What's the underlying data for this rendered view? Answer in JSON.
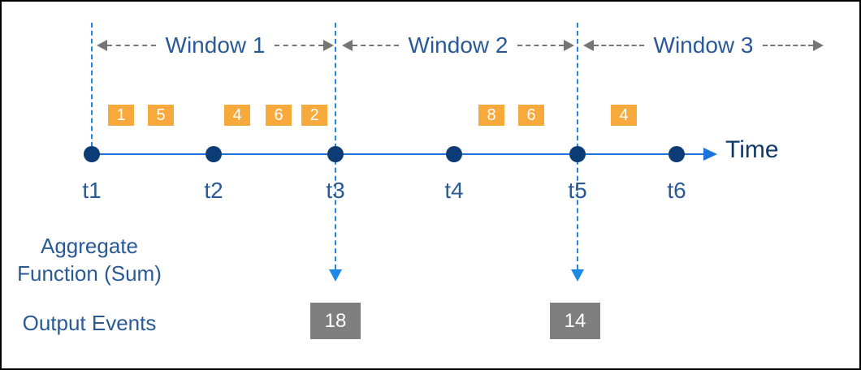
{
  "windows": [
    {
      "label": "Window 1"
    },
    {
      "label": "Window 2"
    },
    {
      "label": "Window 3"
    }
  ],
  "events": [
    {
      "value": "1"
    },
    {
      "value": "5"
    },
    {
      "value": "4"
    },
    {
      "value": "6"
    },
    {
      "value": "2"
    },
    {
      "value": "8"
    },
    {
      "value": "6"
    },
    {
      "value": "4"
    }
  ],
  "timeline": {
    "ticks": [
      {
        "label": "t1"
      },
      {
        "label": "t2"
      },
      {
        "label": "t3"
      },
      {
        "label": "t4"
      },
      {
        "label": "t5"
      },
      {
        "label": "t6"
      }
    ],
    "axis_label": "Time"
  },
  "aggregate": {
    "line1": "Aggregate",
    "line2": "Function (Sum)"
  },
  "output": {
    "label": "Output Events",
    "values": [
      {
        "value": "18"
      },
      {
        "value": "14"
      }
    ]
  },
  "colors": {
    "event_box": "#F8A93C",
    "output_box": "#7F7F7F",
    "axis": "#1B74DB",
    "marker": "#0C3B76",
    "dashed": "#1E88E5",
    "label": "#2A5A96",
    "dark_label": "#113A66",
    "arrow": "#757575"
  }
}
